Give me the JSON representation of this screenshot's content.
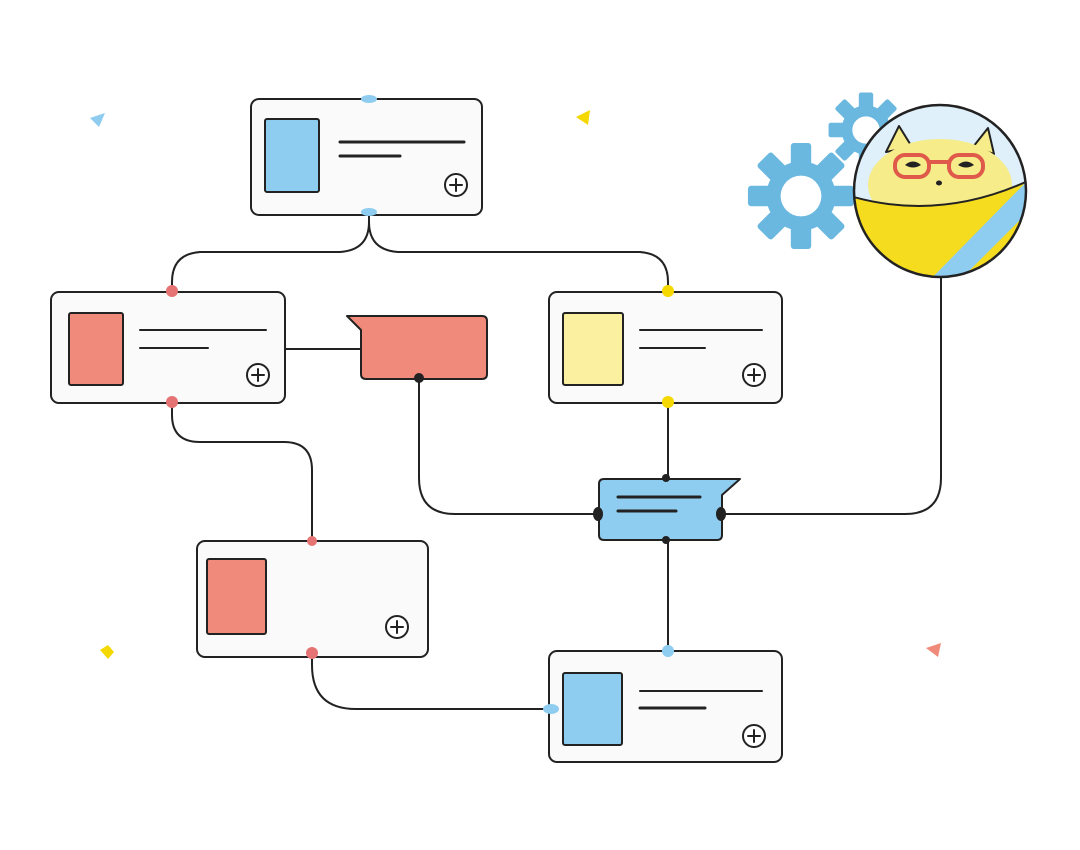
{
  "colors": {
    "blue": "#8ecdef",
    "red": "#f08a7a",
    "yellow": "#faf0a0",
    "port_blue": "#8ecdef",
    "port_red": "#e57373",
    "port_yellow": "#f4d800",
    "gear": "#6ab7e0",
    "outline": "#222222",
    "card_fill": "#fafafa",
    "cat_face": "#f6ec8a",
    "cat_body": "#f6dc1f",
    "glasses": "#e05a4c"
  },
  "cards": [
    {
      "id": "card-top",
      "thumb": "blue",
      "lines": 2
    },
    {
      "id": "card-left",
      "thumb": "red",
      "lines": 2
    },
    {
      "id": "card-right",
      "thumb": "yellow",
      "lines": 2
    },
    {
      "id": "card-lower-left",
      "thumb": "red",
      "lines": 0
    },
    {
      "id": "card-bottom",
      "thumb": "blue",
      "lines": 2
    }
  ],
  "icons": {
    "add": "plus-circle-icon",
    "gear": "gear-icon",
    "avatar": "cat-avatar-icon",
    "message": "speech-bubble-icon"
  }
}
